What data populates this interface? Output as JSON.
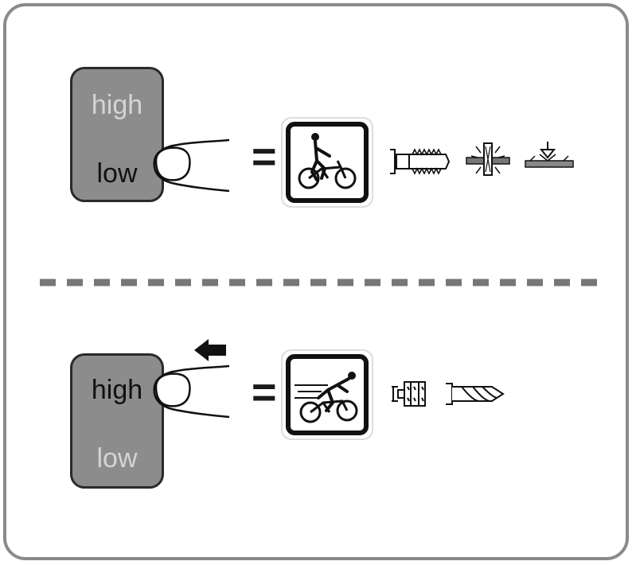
{
  "top_mode": {
    "high_label": "high",
    "low_label": "low",
    "equals": "=",
    "speed_icon": "cyclist-slow-icon",
    "tools": [
      "tap-icon",
      "welding-icon",
      "weld-seam-icon"
    ]
  },
  "bottom_mode": {
    "high_label": "high",
    "low_label": "low",
    "equals": "=",
    "speed_icon": "cyclist-fast-icon",
    "tools": [
      "hole-saw-icon",
      "drill-bit-icon"
    ],
    "arrow": "arrow-left-icon"
  },
  "colors": {
    "switch_fill": "#8c8c8c",
    "active_text": "#111111",
    "inactive_text": "#d4d4d4",
    "frame": "#8a8a8a"
  }
}
